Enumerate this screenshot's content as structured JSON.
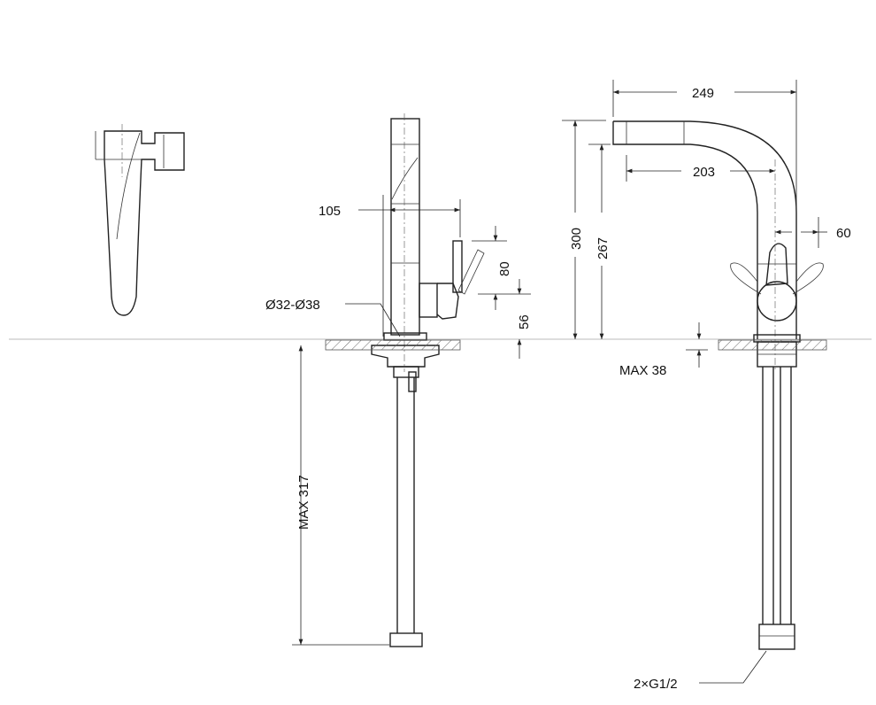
{
  "drawing": {
    "title": "Kitchen faucet dimension drawing",
    "dimensions": {
      "spout_reach": "105",
      "lever_height": "80",
      "lever_axis_height": "56",
      "hole_diameter": "Ø32-Ø38",
      "max_hose_length": "MAX 317",
      "total_reach": "249",
      "outlet_reach": "203",
      "total_height": "300",
      "outlet_height": "267",
      "handle_offset": "60",
      "max_counter_thickness": "MAX 38",
      "connection": "2×G1/2"
    }
  }
}
